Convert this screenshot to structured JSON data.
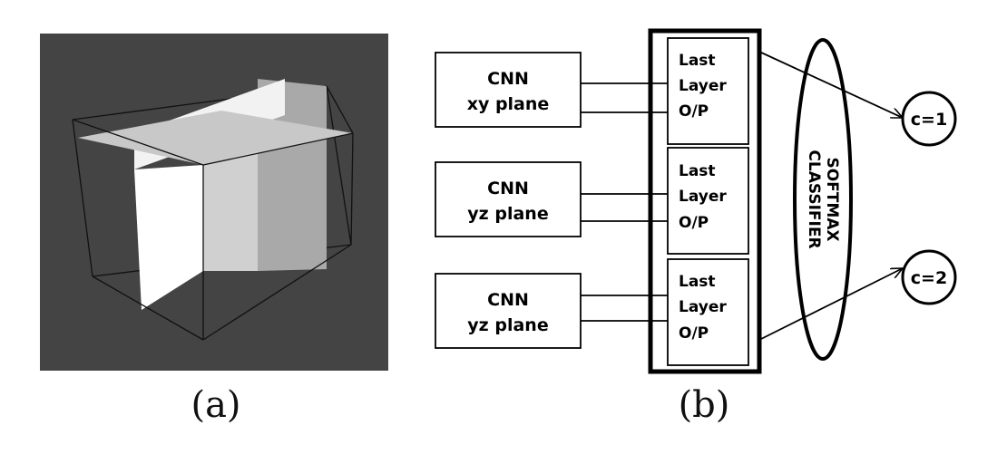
{
  "panel_a": {
    "caption": "(a)"
  },
  "panel_b": {
    "caption": "(b)",
    "cnn_blocks": [
      {
        "line1": "CNN",
        "line2": "xy plane"
      },
      {
        "line1": "CNN",
        "line2": "yz plane"
      },
      {
        "line1": "CNN",
        "line2": "yz plane"
      }
    ],
    "output_blocks": [
      {
        "line1": "Last",
        "line2": "Layer",
        "line3": "O/P"
      },
      {
        "line1": "Last",
        "line2": "Layer",
        "line3": "O/P"
      },
      {
        "line1": "Last",
        "line2": "Layer",
        "line3": "O/P"
      }
    ],
    "softmax": {
      "line1": "SOFTMAX",
      "line2": "CLASSIFIER"
    },
    "classes": [
      {
        "label": "c=1"
      },
      {
        "label": "c=2"
      }
    ]
  }
}
